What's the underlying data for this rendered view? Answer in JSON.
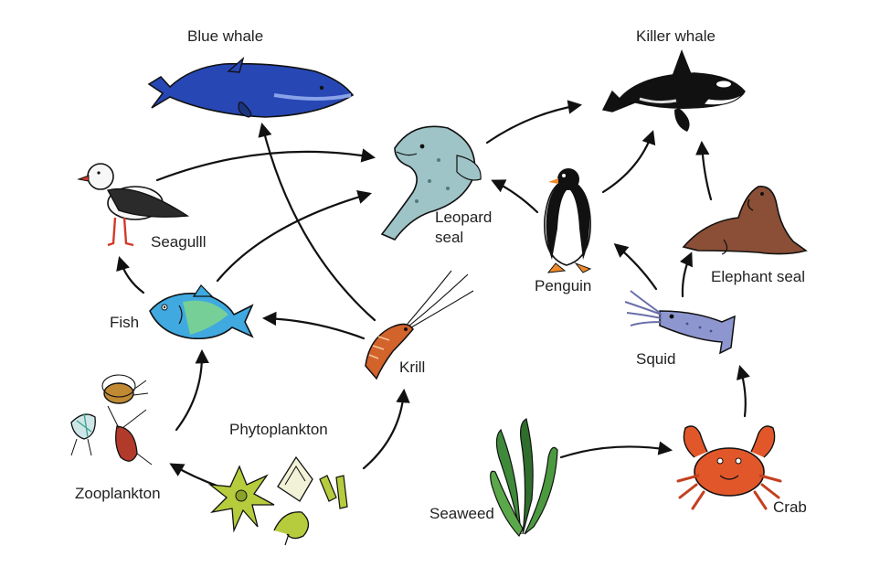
{
  "organisms": {
    "blue_whale": "Blue whale",
    "killer_whale": "Killer whale",
    "seagull": "Seagulll",
    "leopard_seal": "Leopard seal",
    "penguin": "Penguin",
    "elephant_seal": "Elephant seal",
    "fish": "Fish",
    "krill": "Krill",
    "squid": "Squid",
    "zooplankton": "Zooplankton",
    "phytoplankton": "Phytoplankton",
    "seaweed": "Seaweed",
    "crab": "Crab"
  },
  "links": [
    {
      "from": "Phytoplankton",
      "to": "Zooplankton"
    },
    {
      "from": "Phytoplankton",
      "to": "Krill"
    },
    {
      "from": "Zooplankton",
      "to": "Fish"
    },
    {
      "from": "Krill",
      "to": "Fish"
    },
    {
      "from": "Krill",
      "to": "Blue whale"
    },
    {
      "from": "Fish",
      "to": "Seagulll"
    },
    {
      "from": "Fish",
      "to": "Leopard seal"
    },
    {
      "from": "Seagulll",
      "to": "Leopard seal"
    },
    {
      "from": "Penguin",
      "to": "Leopard seal"
    },
    {
      "from": "Leopard seal",
      "to": "Killer whale"
    },
    {
      "from": "Penguin",
      "to": "Killer whale"
    },
    {
      "from": "Elephant seal",
      "to": "Killer whale"
    },
    {
      "from": "Squid",
      "to": "Penguin"
    },
    {
      "from": "Squid",
      "to": "Elephant seal"
    },
    {
      "from": "Crab",
      "to": "Squid"
    },
    {
      "from": "Seaweed",
      "to": "Crab"
    }
  ],
  "colors": {
    "blue_whale": "#2747b5",
    "killer_whale": "#111111",
    "leopard_seal": "#9fc4c7",
    "elephant_seal": "#8a4f36",
    "fish": "#3fa9e0",
    "krill": "#d2632a",
    "squid": "#8e96cf",
    "crab": "#e2572a",
    "seaweed": "#3f8a3a",
    "phytoplankton": "#b7cc3c",
    "penguin_feet": "#f08a2a",
    "arrow": "#111111"
  }
}
